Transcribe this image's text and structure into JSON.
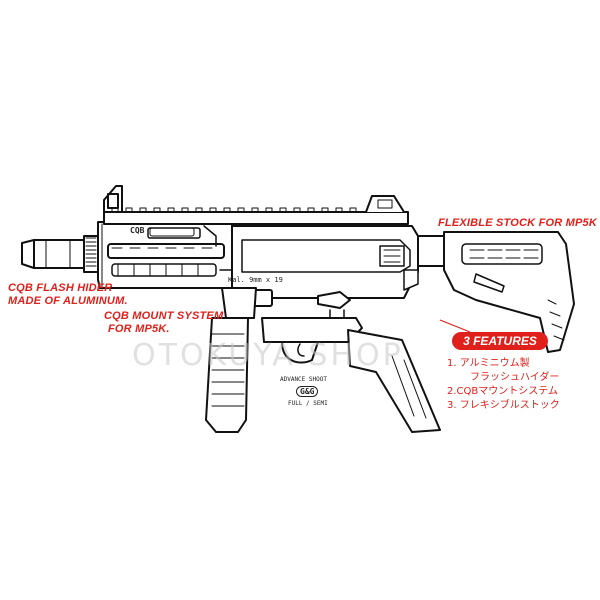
{
  "callouts": {
    "flash_hider": [
      "CQB FLASH HIDER",
      "MADE OF ALUMINUM."
    ],
    "mount_system": [
      "CQB MOUNT SYSTEM",
      "FOR MP5K."
    ],
    "stock": "FLEXIBLE STOCK FOR MP5K"
  },
  "features": {
    "badge": "3 FEATURES",
    "items": [
      "1. アルミニウム製",
      "フラッシュハイダー",
      "2.CQBマウントシステム",
      "3. フレキシブルストック"
    ]
  },
  "watermark": "OTOKUYA SHOP",
  "engravings": {
    "rail_brand": "CQB",
    "selector": "Kal. 9mm x 19",
    "maker_line": "ADVANCE SHOOT",
    "logo": "G&G",
    "mode": "FULL / SEMI"
  },
  "colors": {
    "accent": "#e0201b",
    "line": "#111111",
    "watermark": "#c8c8c8"
  }
}
